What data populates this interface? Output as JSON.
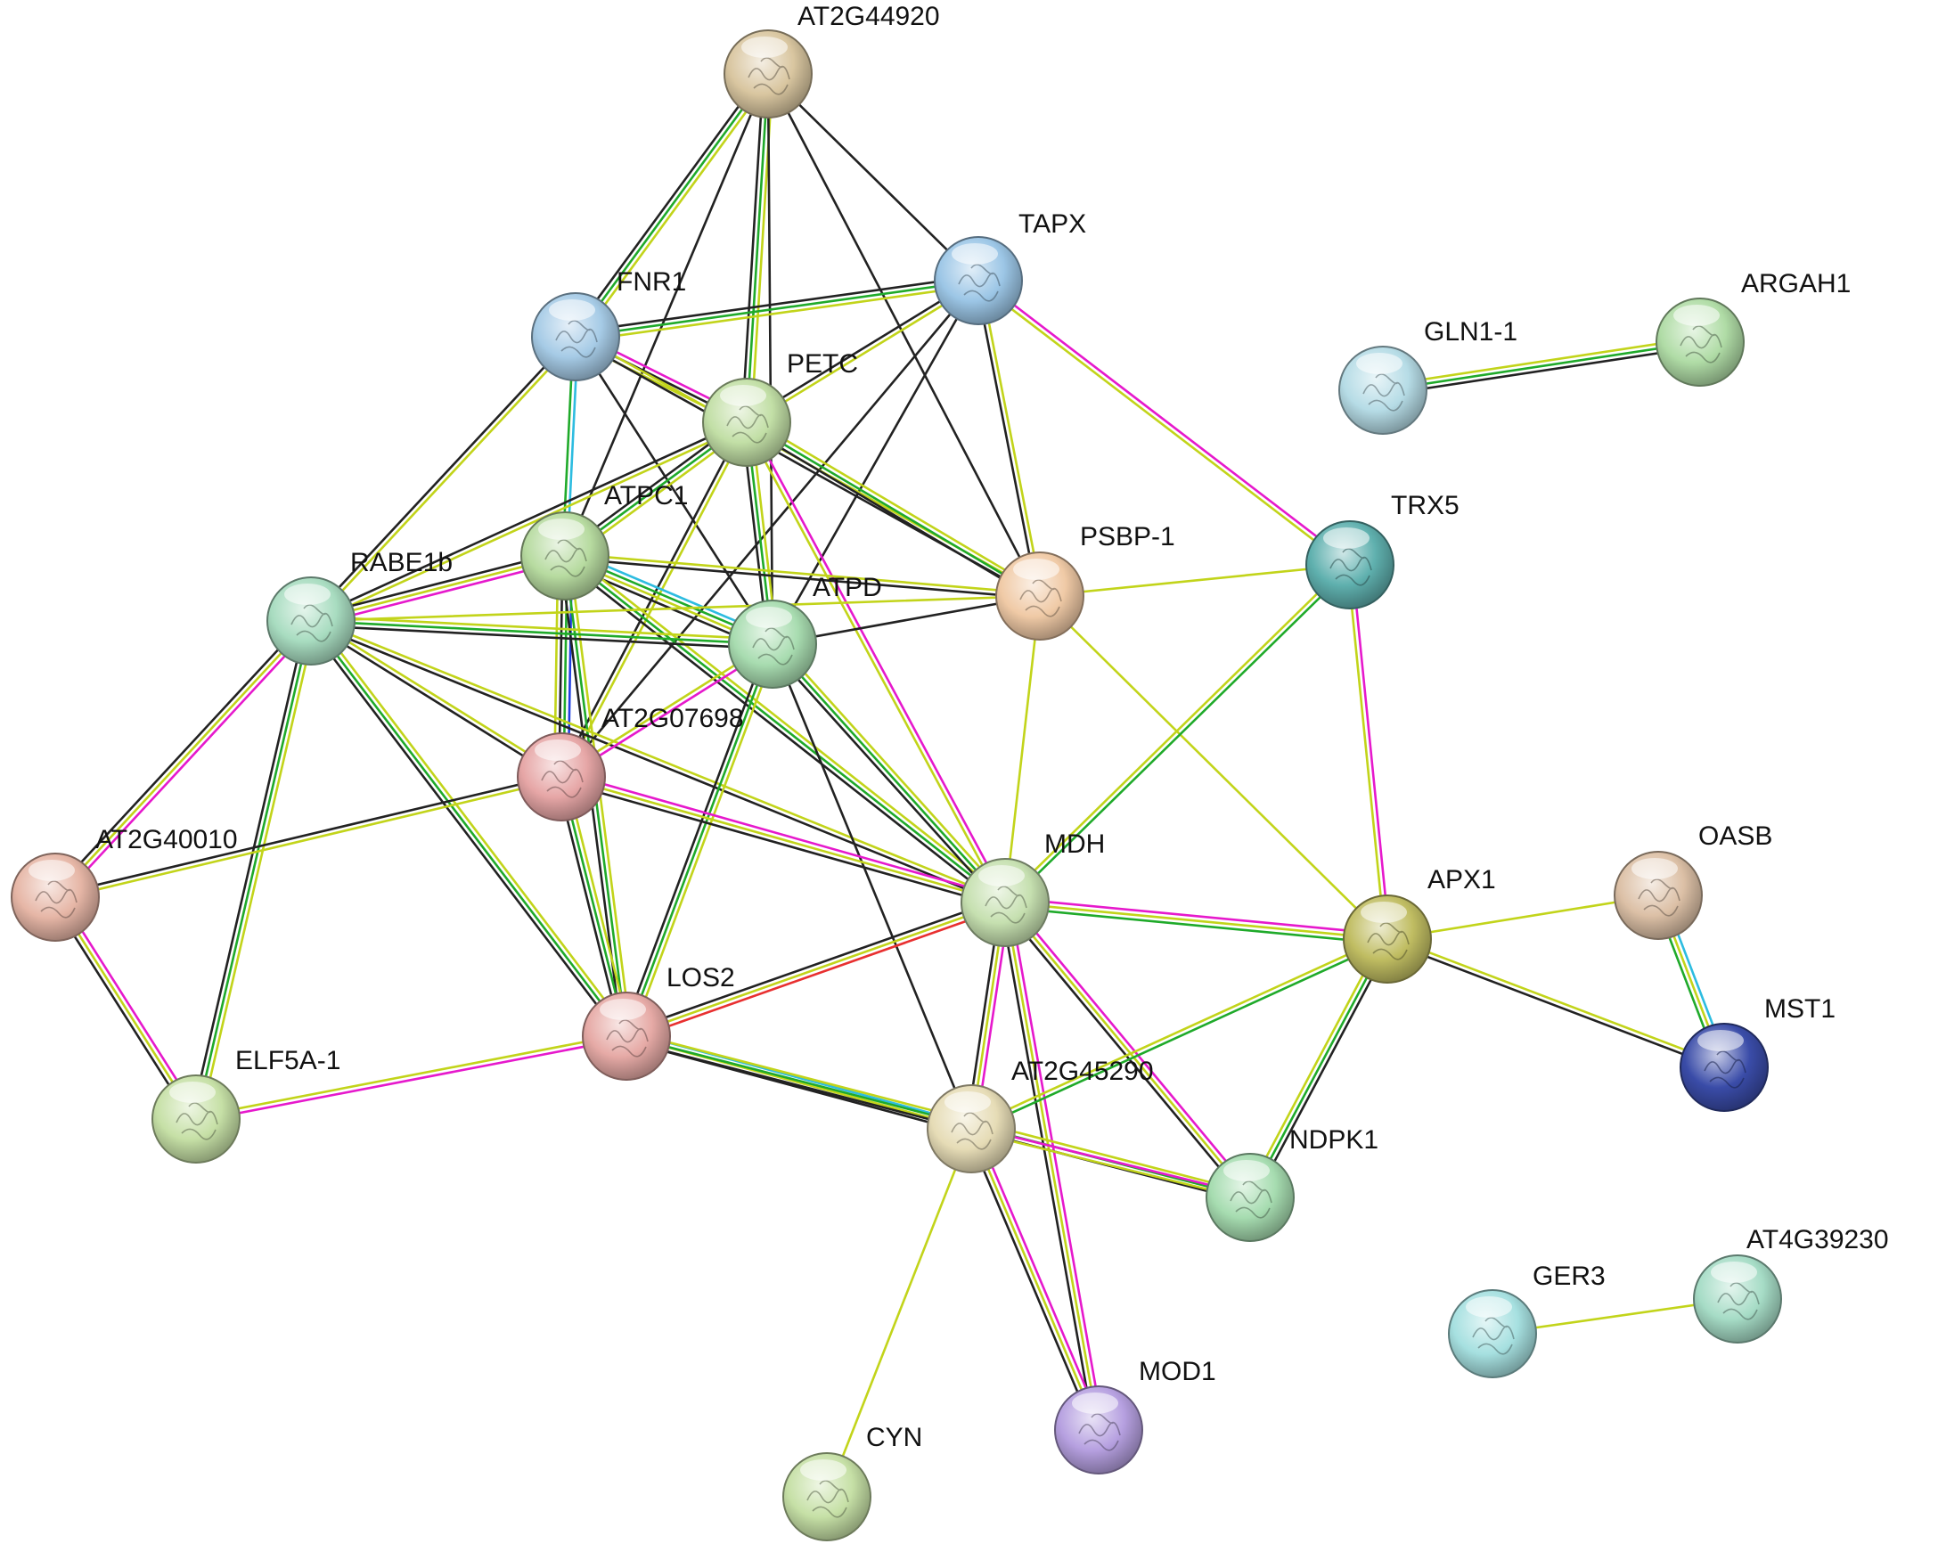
{
  "colors": {
    "textmining": "#c2d41a",
    "coexpression": "#222222",
    "experiments": "#e619cc",
    "neighborhood": "#1faa2a",
    "database": "#2dbce0",
    "fusion": "#e83030",
    "cooccurrence": "#1f3fe0"
  },
  "nodes": [
    {
      "id": "AT2G44920",
      "label": "AT2G44920",
      "color": "#d9c6a0"
    },
    {
      "id": "TAPX",
      "label": "TAPX",
      "color": "#9cc6e6"
    },
    {
      "id": "FNR1",
      "label": "FNR1",
      "color": "#a6cbe6"
    },
    {
      "id": "PETC",
      "label": "PETC",
      "color": "#c2dfa6"
    },
    {
      "id": "ATPC1",
      "label": "ATPC1",
      "color": "#b7dba0"
    },
    {
      "id": "PSBP-1",
      "label": "PSBP-1",
      "color": "#f0caa6"
    },
    {
      "id": "RABE1b",
      "label": "RABE1b",
      "color": "#a8dcc0"
    },
    {
      "id": "ATPD",
      "label": "ATPD",
      "color": "#a8dcb0"
    },
    {
      "id": "AT2G07698",
      "label": "AT2G07698",
      "color": "#e6a6a6"
    },
    {
      "id": "AT2G40010",
      "label": "AT2G40010",
      "color": "#e6b6a6"
    },
    {
      "id": "MDH",
      "label": "MDH",
      "color": "#c6e0b0"
    },
    {
      "id": "LOS2",
      "label": "LOS2",
      "color": "#e6aaa6"
    },
    {
      "id": "ELF5A-1",
      "label": "ELF5A-1",
      "color": "#c6e0a6"
    },
    {
      "id": "AT2G45290",
      "label": "AT2G45290",
      "color": "#e6dcb6"
    },
    {
      "id": "NDPK1",
      "label": "NDPK1",
      "color": "#a6dcb0"
    },
    {
      "id": "MOD1",
      "label": "MOD1",
      "color": "#b6a0e0"
    },
    {
      "id": "CYN",
      "label": "CYN",
      "color": "#c6e0a6"
    },
    {
      "id": "TRX5",
      "label": "TRX5",
      "color": "#5fb0ae"
    },
    {
      "id": "APX1",
      "label": "APX1",
      "color": "#c0bd62"
    },
    {
      "id": "OASB",
      "label": "OASB",
      "color": "#dcc0a6"
    },
    {
      "id": "MST1",
      "label": "MST1",
      "color": "#3a4ca8"
    },
    {
      "id": "GLN1-1",
      "label": "GLN1-1",
      "color": "#b6dce6"
    },
    {
      "id": "ARGAH1",
      "label": "ARGAH1",
      "color": "#b0dca6"
    },
    {
      "id": "GER3",
      "label": "GER3",
      "color": "#a6e0e0"
    },
    {
      "id": "AT4G39230",
      "label": "AT4G39230",
      "color": "#a6dcc6"
    }
  ],
  "edges": [
    {
      "source": "AT2G44920",
      "target": "FNR1",
      "evidence": [
        "textmining",
        "neighborhood",
        "coexpression"
      ]
    },
    {
      "source": "AT2G44920",
      "target": "PETC",
      "evidence": [
        "textmining",
        "neighborhood",
        "coexpression"
      ]
    },
    {
      "source": "AT2G44920",
      "target": "ATPC1",
      "evidence": [
        "coexpression"
      ]
    },
    {
      "source": "AT2G44920",
      "target": "ATPD",
      "evidence": [
        "coexpression"
      ]
    },
    {
      "source": "AT2G44920",
      "target": "TAPX",
      "evidence": [
        "coexpression"
      ]
    },
    {
      "source": "AT2G44920",
      "target": "PSBP-1",
      "evidence": [
        "coexpression"
      ]
    },
    {
      "source": "TAPX",
      "target": "FNR1",
      "evidence": [
        "textmining",
        "neighborhood",
        "coexpression"
      ]
    },
    {
      "source": "TAPX",
      "target": "PETC",
      "evidence": [
        "textmining",
        "coexpression"
      ]
    },
    {
      "source": "TAPX",
      "target": "PSBP-1",
      "evidence": [
        "textmining",
        "coexpression"
      ]
    },
    {
      "source": "TAPX",
      "target": "TRX5",
      "evidence": [
        "experiments",
        "textmining"
      ]
    },
    {
      "source": "TAPX",
      "target": "AT2G07698",
      "evidence": [
        "coexpression"
      ]
    },
    {
      "source": "TAPX",
      "target": "ATPD",
      "evidence": [
        "coexpression"
      ]
    },
    {
      "source": "FNR1",
      "target": "PETC",
      "evidence": [
        "experiments",
        "coexpression",
        "textmining"
      ]
    },
    {
      "source": "FNR1",
      "target": "ATPC1",
      "evidence": [
        "database",
        "neighborhood"
      ]
    },
    {
      "source": "FNR1",
      "target": "RABE1b",
      "evidence": [
        "textmining",
        "coexpression"
      ]
    },
    {
      "source": "FNR1",
      "target": "ATPD",
      "evidence": [
        "coexpression"
      ]
    },
    {
      "source": "FNR1",
      "target": "PSBP-1",
      "evidence": [
        "textmining",
        "coexpression"
      ]
    },
    {
      "source": "PETC",
      "target": "ATPC1",
      "evidence": [
        "textmining",
        "neighborhood",
        "coexpression"
      ]
    },
    {
      "source": "PETC",
      "target": "ATPD",
      "evidence": [
        "textmining",
        "neighborhood",
        "coexpression"
      ]
    },
    {
      "source": "PETC",
      "target": "PSBP-1",
      "evidence": [
        "textmining",
        "neighborhood",
        "coexpression"
      ]
    },
    {
      "source": "PETC",
      "target": "RABE1b",
      "evidence": [
        "textmining",
        "coexpression"
      ]
    },
    {
      "source": "PETC",
      "target": "MDH",
      "evidence": [
        "experiments",
        "textmining"
      ]
    },
    {
      "source": "PETC",
      "target": "AT2G07698",
      "evidence": [
        "textmining",
        "coexpression"
      ]
    },
    {
      "source": "ATPC1",
      "target": "ATPD",
      "evidence": [
        "database",
        "neighborhood",
        "textmining",
        "coexpression"
      ]
    },
    {
      "source": "ATPC1",
      "target": "AT2G07698",
      "evidence": [
        "cooccurrence",
        "neighborhood",
        "coexpression",
        "textmining"
      ]
    },
    {
      "source": "ATPC1",
      "target": "RABE1b",
      "evidence": [
        "experiments",
        "textmining",
        "coexpression"
      ]
    },
    {
      "source": "ATPC1",
      "target": "MDH",
      "evidence": [
        "textmining",
        "neighborhood",
        "coexpression"
      ]
    },
    {
      "source": "ATPC1",
      "target": "LOS2",
      "evidence": [
        "textmining",
        "neighborhood",
        "coexpression"
      ]
    },
    {
      "source": "ATPC1",
      "target": "PSBP-1",
      "evidence": [
        "textmining",
        "coexpression"
      ]
    },
    {
      "source": "RABE1b",
      "target": "ATPD",
      "evidence": [
        "textmining",
        "neighborhood",
        "coexpression"
      ]
    },
    {
      "source": "RABE1b",
      "target": "AT2G07698",
      "evidence": [
        "textmining",
        "coexpression"
      ]
    },
    {
      "source": "RABE1b",
      "target": "AT2G40010",
      "evidence": [
        "experiments",
        "textmining",
        "coexpression"
      ]
    },
    {
      "source": "RABE1b",
      "target": "ELF5A-1",
      "evidence": [
        "textmining",
        "neighborhood",
        "coexpression"
      ]
    },
    {
      "source": "RABE1b",
      "target": "LOS2",
      "evidence": [
        "textmining",
        "neighborhood",
        "coexpression"
      ]
    },
    {
      "source": "RABE1b",
      "target": "MDH",
      "evidence": [
        "textmining",
        "coexpression"
      ]
    },
    {
      "source": "RABE1b",
      "target": "PSBP-1",
      "evidence": [
        "textmining"
      ]
    },
    {
      "source": "ATPD",
      "target": "AT2G07698",
      "evidence": [
        "experiments",
        "textmining"
      ]
    },
    {
      "source": "ATPD",
      "target": "MDH",
      "evidence": [
        "textmining",
        "neighborhood",
        "coexpression"
      ]
    },
    {
      "source": "ATPD",
      "target": "LOS2",
      "evidence": [
        "textmining",
        "neighborhood",
        "coexpression"
      ]
    },
    {
      "source": "ATPD",
      "target": "AT2G45290",
      "evidence": [
        "coexpression"
      ]
    },
    {
      "source": "ATPD",
      "target": "PSBP-1",
      "evidence": [
        "coexpression"
      ]
    },
    {
      "source": "PSBP-1",
      "target": "MDH",
      "evidence": [
        "textmining"
      ]
    },
    {
      "source": "PSBP-1",
      "target": "TRX5",
      "evidence": [
        "textmining"
      ]
    },
    {
      "source": "PSBP-1",
      "target": "APX1",
      "evidence": [
        "textmining"
      ]
    },
    {
      "source": "AT2G07698",
      "target": "AT2G40010",
      "evidence": [
        "textmining",
        "coexpression"
      ]
    },
    {
      "source": "AT2G07698",
      "target": "LOS2",
      "evidence": [
        "textmining",
        "neighborhood",
        "coexpression"
      ]
    },
    {
      "source": "AT2G07698",
      "target": "MDH",
      "evidence": [
        "experiments",
        "textmining",
        "coexpression"
      ]
    },
    {
      "source": "AT2G40010",
      "target": "ELF5A-1",
      "evidence": [
        "experiments",
        "textmining",
        "coexpression"
      ]
    },
    {
      "source": "MDH",
      "target": "LOS2",
      "evidence": [
        "fusion",
        "textmining",
        "coexpression"
      ]
    },
    {
      "source": "MDH",
      "target": "AT2G45290",
      "evidence": [
        "experiments",
        "textmining",
        "coexpression"
      ]
    },
    {
      "source": "MDH",
      "target": "NDPK1",
      "evidence": [
        "experiments",
        "textmining",
        "coexpression"
      ]
    },
    {
      "source": "MDH",
      "target": "MOD1",
      "evidence": [
        "experiments",
        "textmining",
        "coexpression"
      ]
    },
    {
      "source": "MDH",
      "target": "APX1",
      "evidence": [
        "experiments",
        "textmining",
        "neighborhood"
      ]
    },
    {
      "source": "MDH",
      "target": "TRX5",
      "evidence": [
        "textmining",
        "neighborhood"
      ]
    },
    {
      "source": "LOS2",
      "target": "ELF5A-1",
      "evidence": [
        "experiments",
        "textmining"
      ]
    },
    {
      "source": "LOS2",
      "target": "AT2G45290",
      "evidence": [
        "database",
        "textmining",
        "coexpression"
      ]
    },
    {
      "source": "LOS2",
      "target": "NDPK1",
      "evidence": [
        "textmining",
        "neighborhood",
        "coexpression"
      ]
    },
    {
      "source": "AT2G45290",
      "target": "NDPK1",
      "evidence": [
        "experiments",
        "textmining"
      ]
    },
    {
      "source": "AT2G45290",
      "target": "MOD1",
      "evidence": [
        "experiments",
        "textmining",
        "coexpression"
      ]
    },
    {
      "source": "AT2G45290",
      "target": "CYN",
      "evidence": [
        "textmining"
      ]
    },
    {
      "source": "AT2G45290",
      "target": "APX1",
      "evidence": [
        "textmining",
        "neighborhood"
      ]
    },
    {
      "source": "NDPK1",
      "target": "APX1",
      "evidence": [
        "textmining",
        "neighborhood",
        "coexpression"
      ]
    },
    {
      "source": "TRX5",
      "target": "APX1",
      "evidence": [
        "experiments",
        "textmining"
      ]
    },
    {
      "source": "APX1",
      "target": "OASB",
      "evidence": [
        "textmining"
      ]
    },
    {
      "source": "APX1",
      "target": "MST1",
      "evidence": [
        "textmining",
        "coexpression"
      ]
    },
    {
      "source": "OASB",
      "target": "MST1",
      "evidence": [
        "database",
        "textmining",
        "neighborhood"
      ]
    },
    {
      "source": "GLN1-1",
      "target": "ARGAH1",
      "evidence": [
        "textmining",
        "neighborhood",
        "coexpression"
      ]
    },
    {
      "source": "GER3",
      "target": "AT4G39230",
      "evidence": [
        "textmining"
      ]
    }
  ]
}
